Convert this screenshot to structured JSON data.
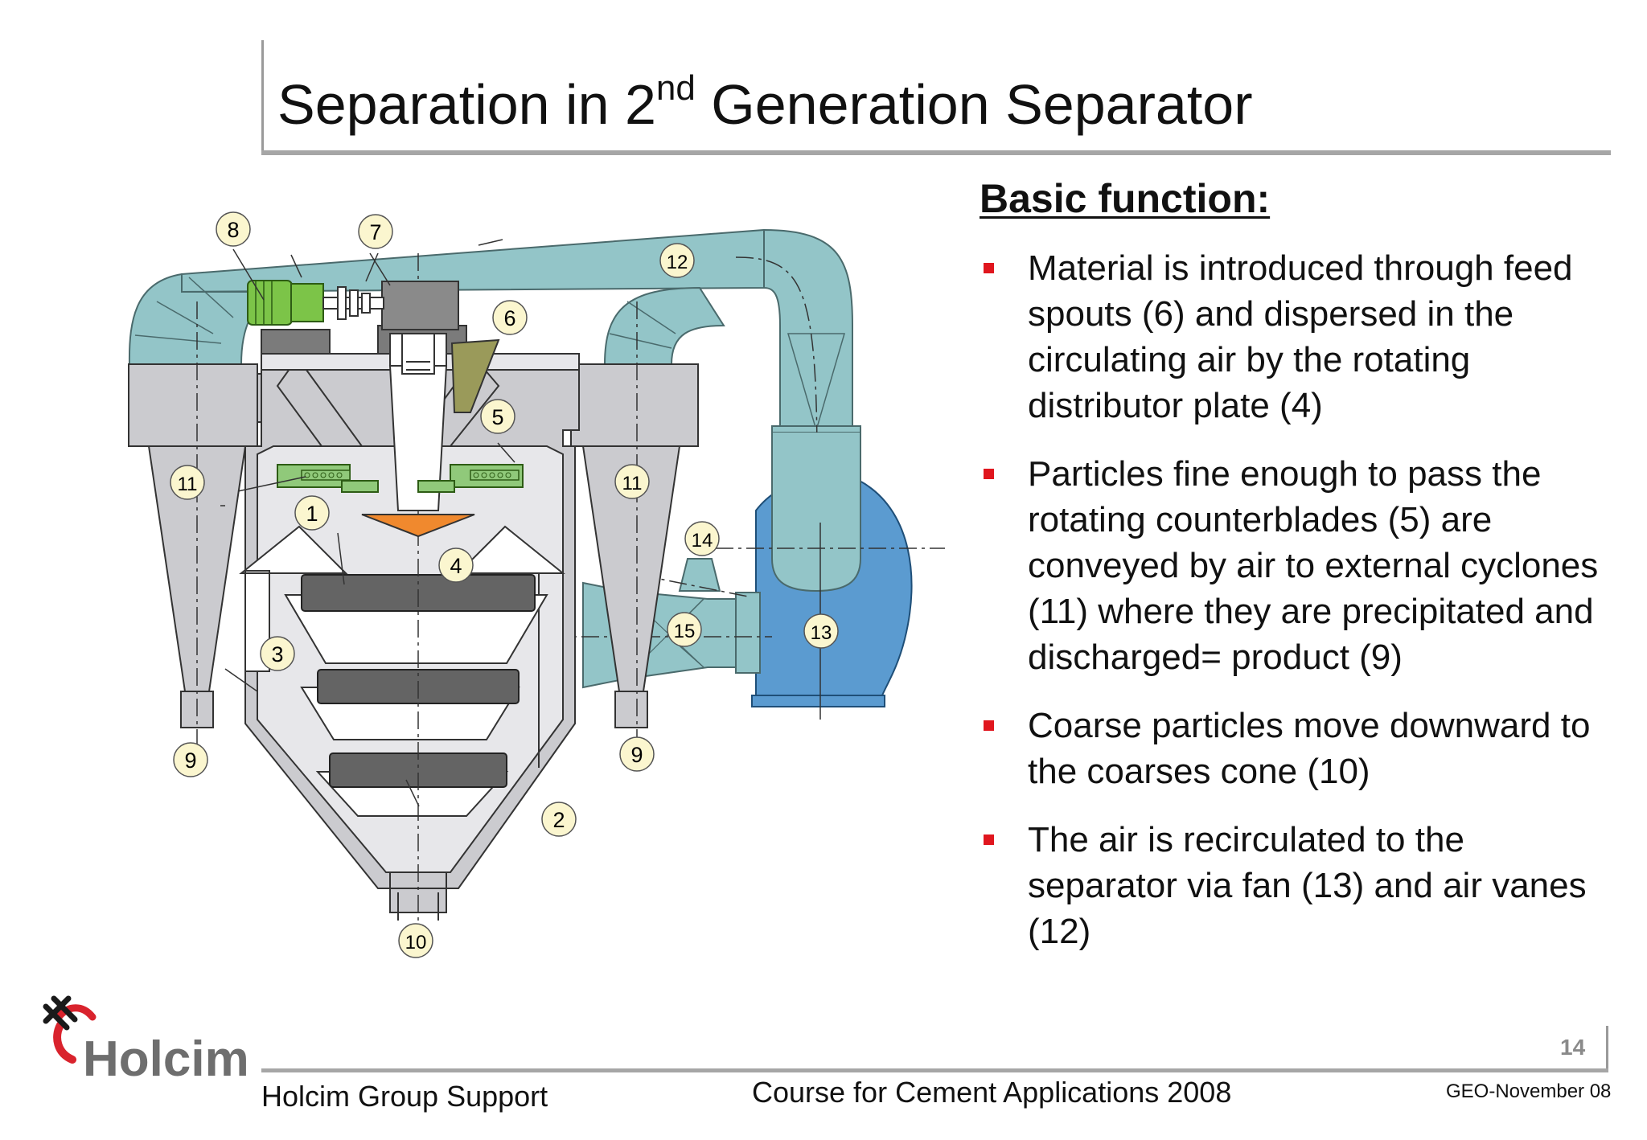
{
  "slide": {
    "title_main": "Separation in 2",
    "title_sup": "nd",
    "title_rest": " Generation Separator",
    "page_number": "14"
  },
  "content": {
    "heading": "Basic function:",
    "bullets": [
      "Material is introduced through feed spouts (6)  and dispersed in the circulating air by the rotating distributor plate (4)",
      "Particles fine enough to pass the rotating counterblades (5) are conveyed by air to external cyclones (11) where they are precipitated and discharged= product (9)",
      "Coarse particles move downward to the coarses cone (10)",
      "The air is recirculated to the separator via fan (13) and air vanes (12)"
    ]
  },
  "diagram": {
    "callouts": [
      "8",
      "7",
      "12",
      "6",
      "5",
      "11",
      "11",
      "1",
      "4",
      "14",
      "15",
      "13",
      "3",
      "9",
      "9",
      "2",
      "10"
    ]
  },
  "footer": {
    "organization": "Holcim Group Support",
    "course": "Course for Cement Applications 2008",
    "date_code": "GEO-November 08"
  },
  "logo": {
    "wordmark": "Holcim"
  },
  "colors": {
    "duct": "#93c5c8",
    "casing": "#cbcbcf",
    "inner": "#e7e7ea",
    "motor": "#7cc448",
    "fan": "#5b9bd0",
    "distributor": "#f0892e",
    "blades": "#90c97a",
    "spout": "#9a9a5a",
    "grate": "#646464",
    "callout_fill": "#fbf6cf",
    "bullet": "#e0161e"
  }
}
